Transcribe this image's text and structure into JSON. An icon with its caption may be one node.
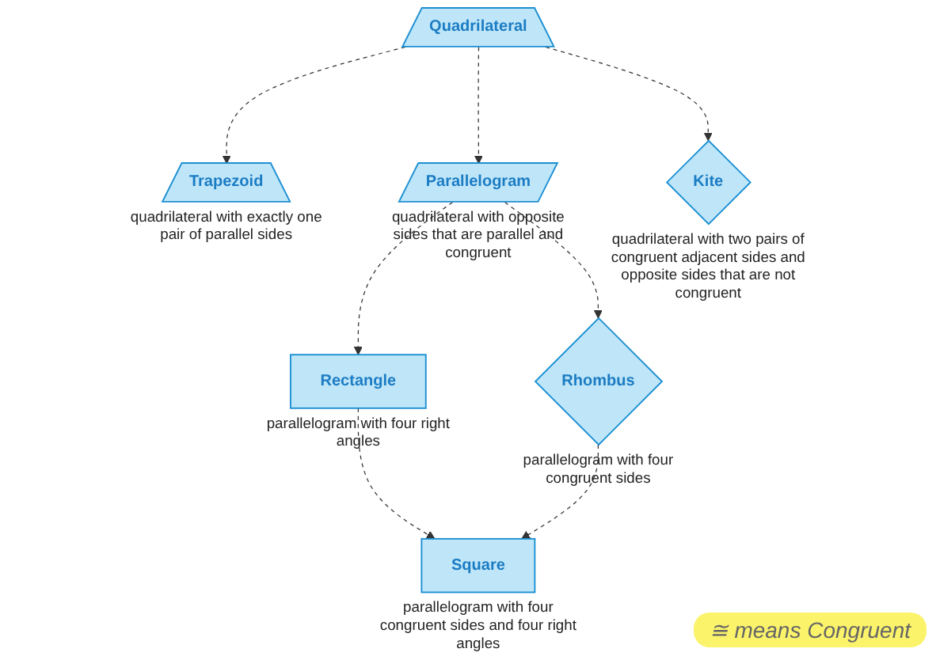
{
  "diagram": {
    "nodes": [
      {
        "text": [
          "Quadrilateral"
        ]
      },
      {
        "text": [
          "Trapezoid"
        ],
        "beside": [
          "quadrilateral with exactly one pair of parallel sides"
        ]
      },
      {
        "text": [
          "Parallelogram"
        ],
        "beside": [
          "quadrilateral with opposite sides that are parallel and congruent"
        ]
      },
      {
        "text": [
          "Kite"
        ],
        "beside": [
          "quadrilateral with two pairs of congruent adjacent sides and opposite sides that are not congruent"
        ]
      },
      {
        "text": [
          "Rectangle"
        ],
        "beside": [
          "parallelogram with four right angles"
        ]
      },
      {
        "text": [
          "Rhombus"
        ],
        "beside": [
          "parallelogram with four congruent sides"
        ]
      },
      {
        "text": [
          "Square"
        ],
        "beside": [
          "parallelogram with four congruent sides and four right angles"
        ]
      }
    ],
    "edges": [
      {
        "from": 0,
        "to": 1,
        "arrow": "to",
        "style": "dashed"
      },
      {
        "from": 0,
        "to": 2,
        "arrow": "to",
        "style": "dashed"
      },
      {
        "from": 0,
        "to": 3,
        "arrow": "to",
        "style": "dashed"
      },
      {
        "from": 2,
        "to": 4,
        "arrow": "to",
        "style": "dashed"
      },
      {
        "from": 2,
        "to": 5,
        "arrow": "to",
        "style": "dashed"
      },
      {
        "from": 4,
        "to": 6,
        "arrow": "to",
        "style": "dashed"
      },
      {
        "from": 5,
        "to": 6,
        "arrow": "to",
        "style": "dashed"
      }
    ],
    "labels": [
      "≅ means Congruent"
    ]
  }
}
